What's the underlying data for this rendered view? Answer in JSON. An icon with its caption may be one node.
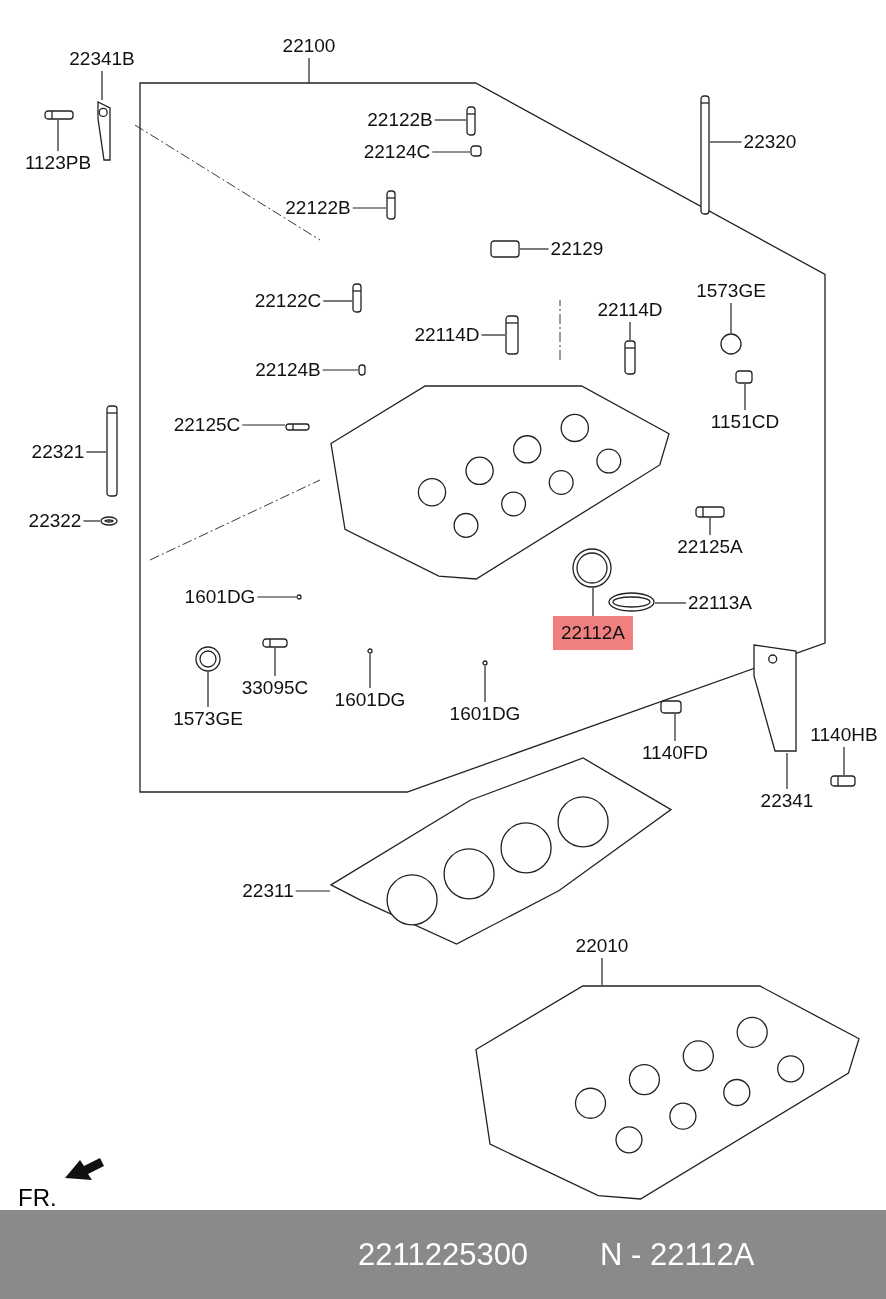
{
  "diagram": {
    "nodes": [
      {
        "text": [
          "22100"
        ]
      },
      {
        "text": [],
        "shape": "box"
      },
      {
        "text": [
          "22341B"
        ]
      },
      {
        "text": [
          "1123PB"
        ]
      },
      {
        "text": [
          "22122B"
        ],
        "in": 1
      },
      {
        "text": [
          "22124C"
        ],
        "in": 1
      },
      {
        "text": [
          "22122B"
        ],
        "in": 1
      },
      {
        "text": [
          "22320"
        ]
      },
      {
        "text": [
          "22129"
        ],
        "in": 1
      },
      {
        "text": [
          "22114D"
        ],
        "in": 1
      },
      {
        "text": [
          "1573GE"
        ],
        "in": 1
      },
      {
        "text": [
          "22122C"
        ],
        "in": 1
      },
      {
        "text": [
          "22114D"
        ],
        "in": 1
      },
      {
        "text": [
          "22124B"
        ],
        "in": 1
      },
      {
        "text": [
          "22125C"
        ],
        "in": 1
      },
      {
        "text": [
          "1151CD"
        ],
        "in": 1
      },
      {
        "text": [
          "22321"
        ]
      },
      {
        "text": [
          "22322"
        ]
      },
      {
        "text": [
          "22125A"
        ],
        "in": 1
      },
      {
        "text": [
          "1601DG"
        ],
        "in": 1
      },
      {
        "text": [
          "22113A"
        ],
        "in": 1
      },
      {
        "text": [
          "22112A"
        ],
        "in": 1
      },
      {
        "text": [
          "33095C"
        ],
        "in": 1
      },
      {
        "text": [
          "1601DG"
        ],
        "in": 1
      },
      {
        "text": [
          "1601DG"
        ],
        "in": 1
      },
      {
        "text": [
          "1573GE"
        ],
        "in": 1
      },
      {
        "text": [
          "1140FD"
        ]
      },
      {
        "text": [
          "1140HB"
        ]
      },
      {
        "text": [
          "22341"
        ]
      },
      {
        "text": [
          "22311"
        ]
      },
      {
        "text": [
          "22010"
        ]
      },
      {
        "text": [],
        "shape": "picture"
      },
      {
        "text": [],
        "shape": "box"
      },
      {
        "text": [],
        "shape": "box",
        "in": 1
      },
      {
        "text": [],
        "shape": "box",
        "in": 1
      },
      {
        "text": [],
        "shape": "box",
        "in": 1
      },
      {
        "text": [],
        "shape": "box"
      },
      {
        "text": [],
        "shape": "box",
        "in": 1
      },
      {
        "text": [],
        "shape": "box",
        "in": 1
      },
      {
        "text": [],
        "shape": "circle",
        "in": 1
      },
      {
        "text": [],
        "shape": "box",
        "in": 1
      },
      {
        "text": [],
        "shape": "box",
        "in": 1
      },
      {
        "text": [],
        "shape": "box",
        "in": 1
      },
      {
        "text": [],
        "shape": "box",
        "in": 1
      },
      {
        "text": [],
        "shape": "box",
        "in": 1
      },
      {
        "text": [],
        "shape": "box"
      },
      {
        "text": [],
        "shape": "circle"
      },
      {
        "text": [],
        "shape": "box",
        "in": 1
      },
      {
        "text": [],
        "shape": "box",
        "in": 1
      },
      {
        "text": [],
        "shape": "circle",
        "in": 1
      },
      {
        "text": [],
        "shape": "circle",
        "in": 1
      },
      {
        "text": [],
        "shape": "box",
        "in": 1
      },
      {
        "text": [],
        "shape": "box",
        "in": 1
      },
      {
        "text": [],
        "shape": "box",
        "in": 1
      },
      {
        "text": [],
        "shape": "circle",
        "in": 1
      },
      {
        "text": [],
        "shape": "box"
      },
      {
        "text": [],
        "shape": "box"
      },
      {
        "text": [],
        "shape": "picture"
      },
      {
        "text": [],
        "shape": "picture"
      },
      {
        "text": [],
        "shape": "picture"
      },
      {
        "text": [],
        "shape": "picture",
        "in": 1
      }
    ],
    "edges": [
      {
        "from": 0,
        "to": 1,
        "arrow": "none"
      },
      {
        "from": 2,
        "to": 31,
        "arrow": "none"
      },
      {
        "from": 3,
        "to": 32,
        "arrow": "none"
      },
      {
        "from": 4,
        "to": 33,
        "arrow": "none"
      },
      {
        "from": 5,
        "to": 34,
        "arrow": "none"
      },
      {
        "from": 6,
        "to": 35,
        "arrow": "none"
      },
      {
        "from": 7,
        "to": 36,
        "arrow": "none"
      },
      {
        "from": 8,
        "to": 37,
        "arrow": "none"
      },
      {
        "from": 9,
        "to": 38,
        "arrow": "none"
      },
      {
        "from": 10,
        "to": 39,
        "arrow": "none"
      },
      {
        "from": 11,
        "to": 40,
        "arrow": "none"
      },
      {
        "from": 12,
        "to": 41,
        "arrow": "none"
      },
      {
        "from": 13,
        "to": 42,
        "arrow": "none"
      },
      {
        "from": 14,
        "to": 43,
        "arrow": "none"
      },
      {
        "from": 15,
        "to": 44,
        "arrow": "none"
      },
      {
        "from": 16,
        "to": 45,
        "arrow": "none"
      },
      {
        "from": 17,
        "to": 46,
        "arrow": "none"
      },
      {
        "from": 18,
        "to": 47,
        "arrow": "none"
      },
      {
        "from": 19,
        "to": 48,
        "arrow": "none"
      },
      {
        "from": 20,
        "to": 49,
        "arrow": "none"
      },
      {
        "from": 21,
        "to": 50,
        "arrow": "none"
      },
      {
        "from": 22,
        "to": 51,
        "arrow": "none"
      },
      {
        "from": 23,
        "to": 52,
        "arrow": "none"
      },
      {
        "from": 24,
        "to": 53,
        "arrow": "none"
      },
      {
        "from": 25,
        "to": 54,
        "arrow": "none"
      },
      {
        "from": 26,
        "to": 55,
        "arrow": "none"
      },
      {
        "from": 27,
        "to": 56,
        "arrow": "none"
      },
      {
        "from": 28,
        "to": 57,
        "arrow": "none"
      },
      {
        "from": 29,
        "to": 58,
        "arrow": "none"
      },
      {
        "from": 30,
        "to": 59,
        "arrow": "none"
      }
    ],
    "labels": [
      "FR.",
      "2211225300",
      "N - 22112A"
    ]
  }
}
